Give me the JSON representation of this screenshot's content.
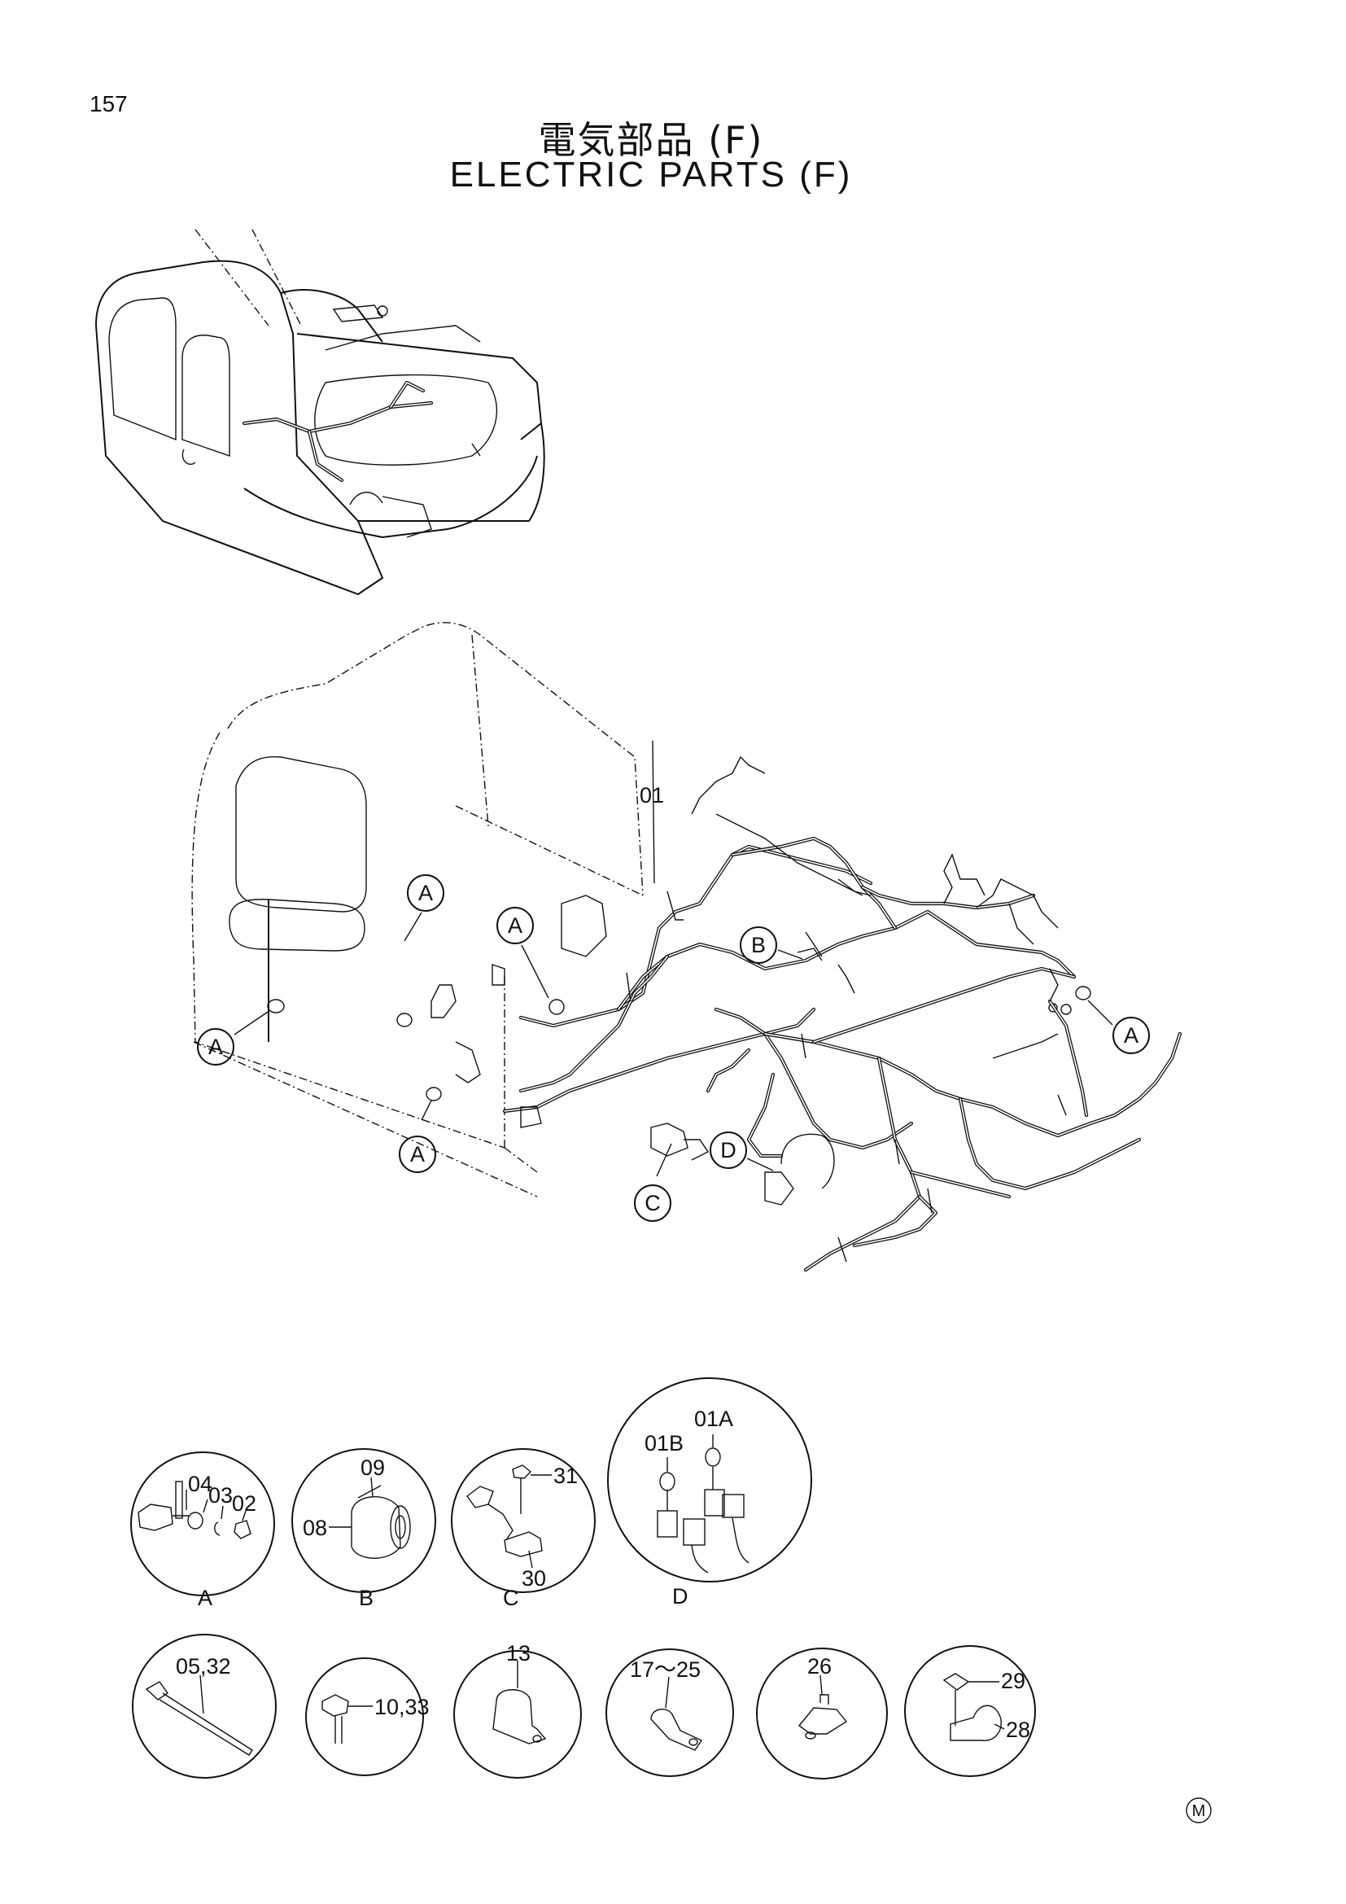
{
  "page_number": "157",
  "title_jp": "電気部品 (F)",
  "title_en": "ELECTRIC PARTS (F)",
  "callouts": {
    "A": "A",
    "B": "B",
    "C": "C",
    "D": "D"
  },
  "part_labels": {
    "p01": "01",
    "p01A": "01A",
    "p01B": "01B",
    "p02": "02",
    "p03": "03",
    "p04": "04",
    "p08": "08",
    "p09": "09",
    "p30": "30",
    "p31": "31",
    "p05_32": "05,32",
    "p10_33": "10,33",
    "p13": "13",
    "p17_25": "17～25",
    "p26": "26",
    "p28": "28",
    "p29": "29"
  },
  "detail_labels": [
    "A",
    "B",
    "C",
    "D"
  ],
  "mark": "M"
}
